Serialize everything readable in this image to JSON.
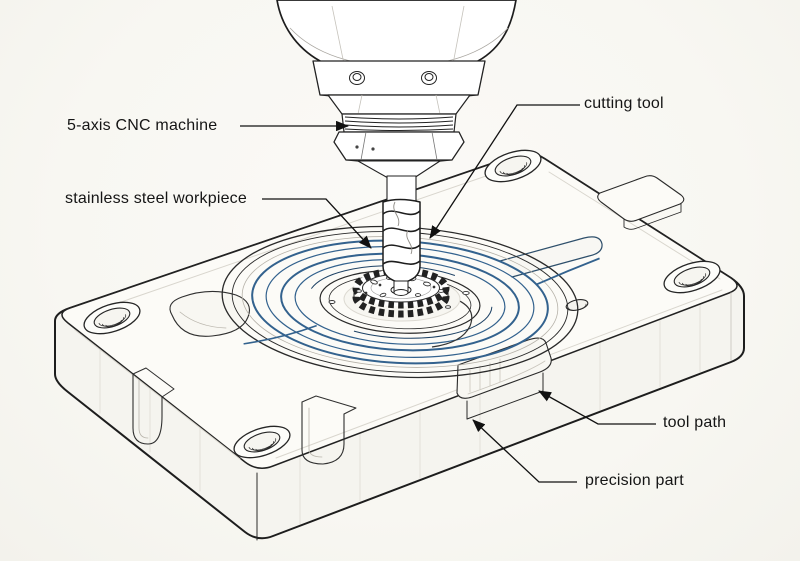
{
  "colors": {
    "background": "#f8f7f2",
    "line": "#1f1f1f",
    "toolpath": "#33628e",
    "toolpath_dark": "#1e4265"
  },
  "labels": {
    "cnc_machine": "5-axis CNC machine",
    "workpiece": "stainless steel workpiece",
    "cutting_tool": "cutting tool",
    "tool_path": "tool path",
    "precision_part": "precision part"
  }
}
